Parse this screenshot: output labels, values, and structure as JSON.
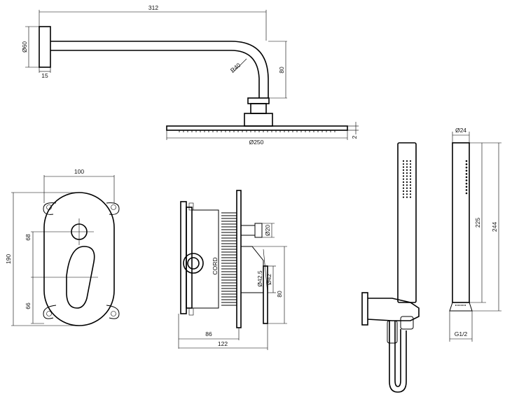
{
  "dimensions": {
    "arm_length": "312",
    "flange_diameter": "Ø60",
    "flange_depth": "15",
    "bend_radius": "R40",
    "arm_drop": "80",
    "head_diameter": "Ø250",
    "head_thickness": "2",
    "plate_width": "100",
    "plate_height": "190",
    "upper_outlet": "68",
    "lower_outlet": "66",
    "body_outlet": "Ø20",
    "body_cover_outer": "Ø42",
    "body_cover_inner": "Ø42.5",
    "body_depth_small": "80",
    "body_depth_86": "86",
    "body_depth_122": "122",
    "hand_diameter": "Ø24",
    "hand_length": "225",
    "hand_total": "244",
    "hand_thread": "G1/2"
  },
  "body_label": "CORD"
}
